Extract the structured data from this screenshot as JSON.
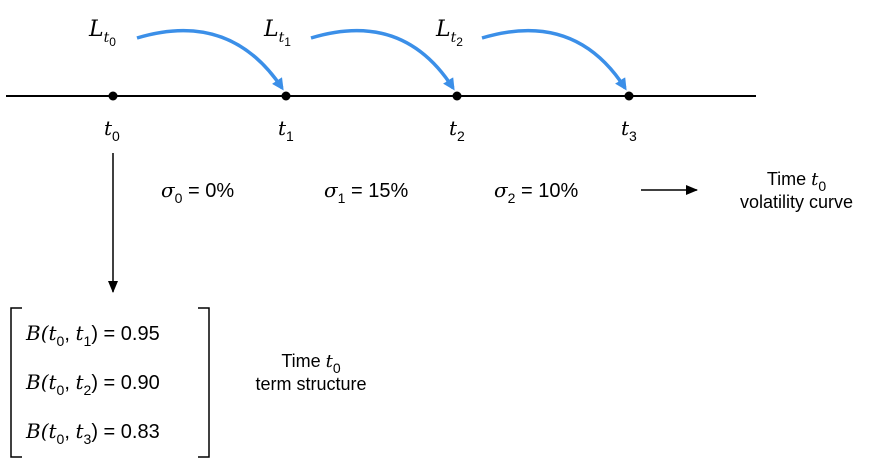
{
  "timeline": {
    "points": [
      {
        "symbol": "t",
        "index": "0"
      },
      {
        "symbol": "t",
        "index": "1"
      },
      {
        "symbol": "t",
        "index": "2"
      },
      {
        "symbol": "t",
        "index": "3"
      }
    ],
    "forward_rates": [
      {
        "symbol": "L",
        "sub": "t",
        "index": "0"
      },
      {
        "symbol": "L",
        "sub": "t",
        "index": "1"
      },
      {
        "symbol": "L",
        "sub": "t",
        "index": "2"
      }
    ]
  },
  "volatilities": [
    {
      "symbol": "σ",
      "index": "0",
      "value": " = 0%"
    },
    {
      "symbol": "σ",
      "index": "1",
      "value": " = 15%"
    },
    {
      "symbol": "σ",
      "index": "2",
      "value": " = 10%"
    }
  ],
  "volatility_caption": {
    "line1": "Time ",
    "line1_var": "t",
    "line1_index": "0",
    "line2": "volatility curve"
  },
  "bonds": [
    {
      "prefix": "B(",
      "a": "t",
      "a_index": "0",
      "sep": ", ",
      "b": "t",
      "b_index": "1",
      "value": ") = 0.95"
    },
    {
      "prefix": "B(",
      "a": "t",
      "a_index": "0",
      "sep": ", ",
      "b": "t",
      "b_index": "2",
      "value": ") = 0.90"
    },
    {
      "prefix": "B(",
      "a": "t",
      "a_index": "0",
      "sep": ", ",
      "b": "t",
      "b_index": "3",
      "value": ") = 0.83"
    }
  ],
  "term_caption": {
    "line1": "Time ",
    "line1_var": "t",
    "line1_index": "0",
    "line2": "term structure"
  },
  "colors": {
    "arc": "#3b8fe8",
    "line": "#000000"
  }
}
